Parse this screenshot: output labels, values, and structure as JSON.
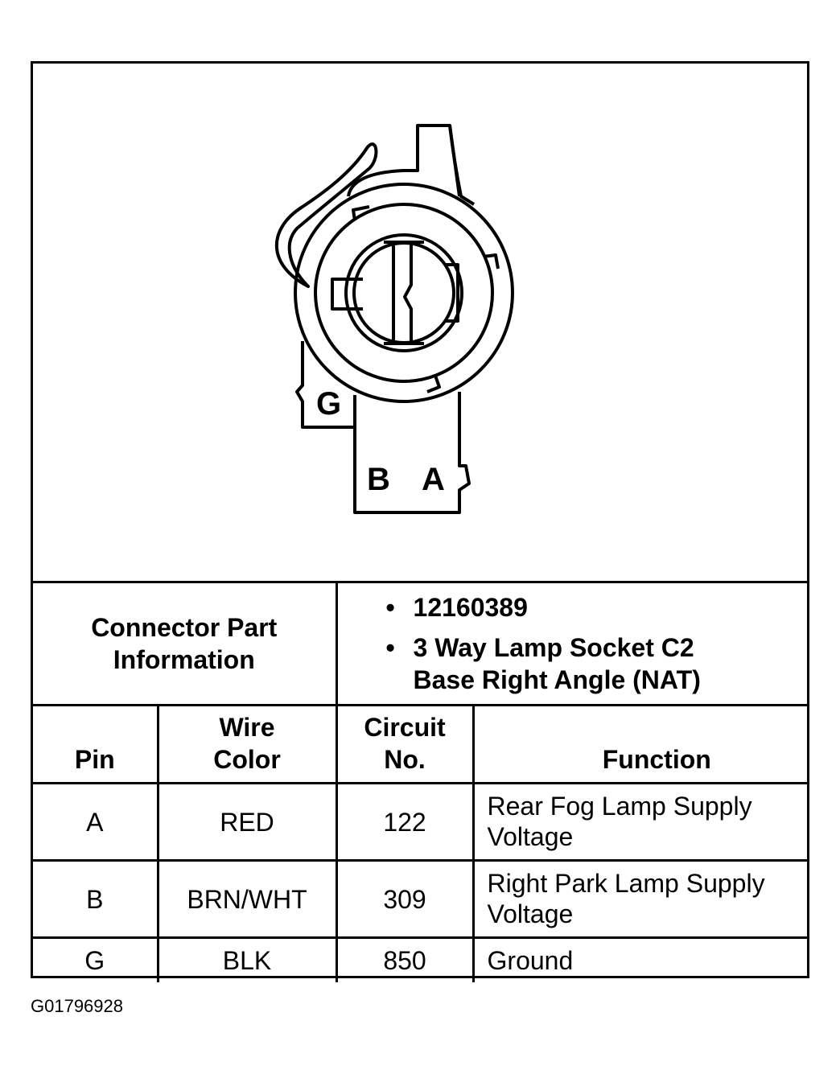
{
  "connector": {
    "pins": [
      {
        "letter": "G"
      },
      {
        "letter": "B"
      },
      {
        "letter": "A"
      }
    ]
  },
  "part_info": {
    "label_line1": "Connector Part",
    "label_line2": "Information",
    "bullet": "•",
    "items": [
      {
        "line1": "12160389",
        "line2": ""
      },
      {
        "line1": "3 Way Lamp Socket C2",
        "line2": "Base Right Angle (NAT)"
      }
    ]
  },
  "pin_table": {
    "headers": {
      "pin": {
        "line1": "",
        "line2": "Pin"
      },
      "wire_color": {
        "line1": "Wire",
        "line2": "Color"
      },
      "circuit": {
        "line1": "Circuit",
        "line2": "No."
      },
      "function": {
        "line1": "",
        "line2": "Function"
      }
    },
    "rows": [
      {
        "pin": "A",
        "wire_color": "RED",
        "circuit": "122",
        "function_line1": "Rear Fog Lamp Supply",
        "function_line2": "Voltage"
      },
      {
        "pin": "B",
        "wire_color": "BRN/WHT",
        "circuit": "309",
        "function_line1": "Right Park Lamp Supply",
        "function_line2": "Voltage"
      },
      {
        "pin": "G",
        "wire_color": "BLK",
        "circuit": "850",
        "function_line1": "Ground",
        "function_line2": ""
      }
    ]
  },
  "figure_code": "G01796928"
}
